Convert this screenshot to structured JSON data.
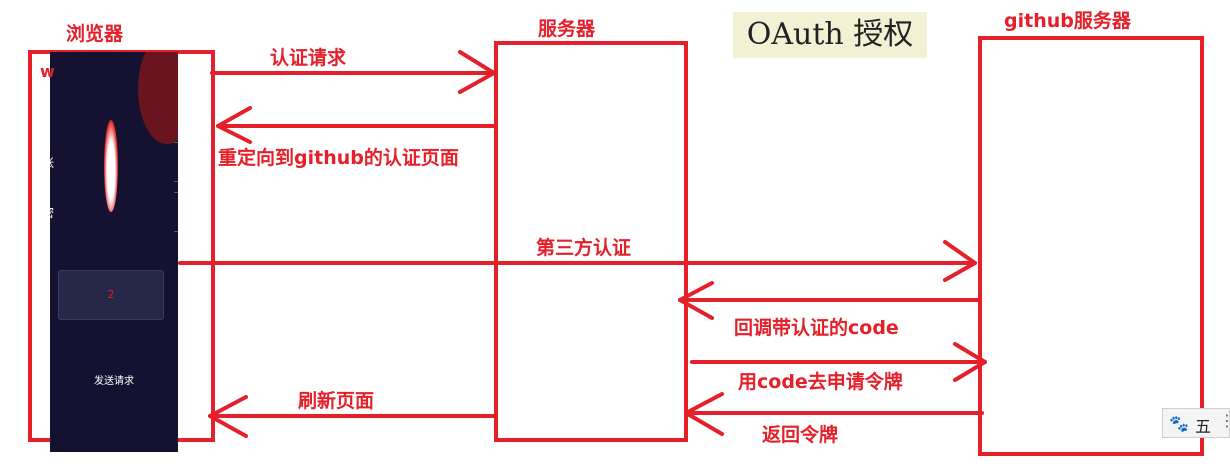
{
  "title": "OAuth 授权",
  "boxes": {
    "browser": "浏览器",
    "server": "服务器",
    "github": "github服务器"
  },
  "arrows": {
    "auth_request": "认证请求",
    "redirect": "重定向到github的认证页面",
    "third_party": "第三方认证",
    "callback": "回调带认证的code",
    "request_token": "用code去申请令牌",
    "return_token": "返回令牌",
    "refresh": "刷新页面"
  },
  "screenshot": {
    "w_label": "w",
    "button_text": "2",
    "footer_text": "发送请求"
  },
  "toolbar": {
    "icon": "paw-icon",
    "char": "五",
    "menu": "⋮"
  },
  "colors": {
    "accent": "#e5202a",
    "title_bg": "#f3f1d4",
    "screenshot_bg": "#141230"
  }
}
